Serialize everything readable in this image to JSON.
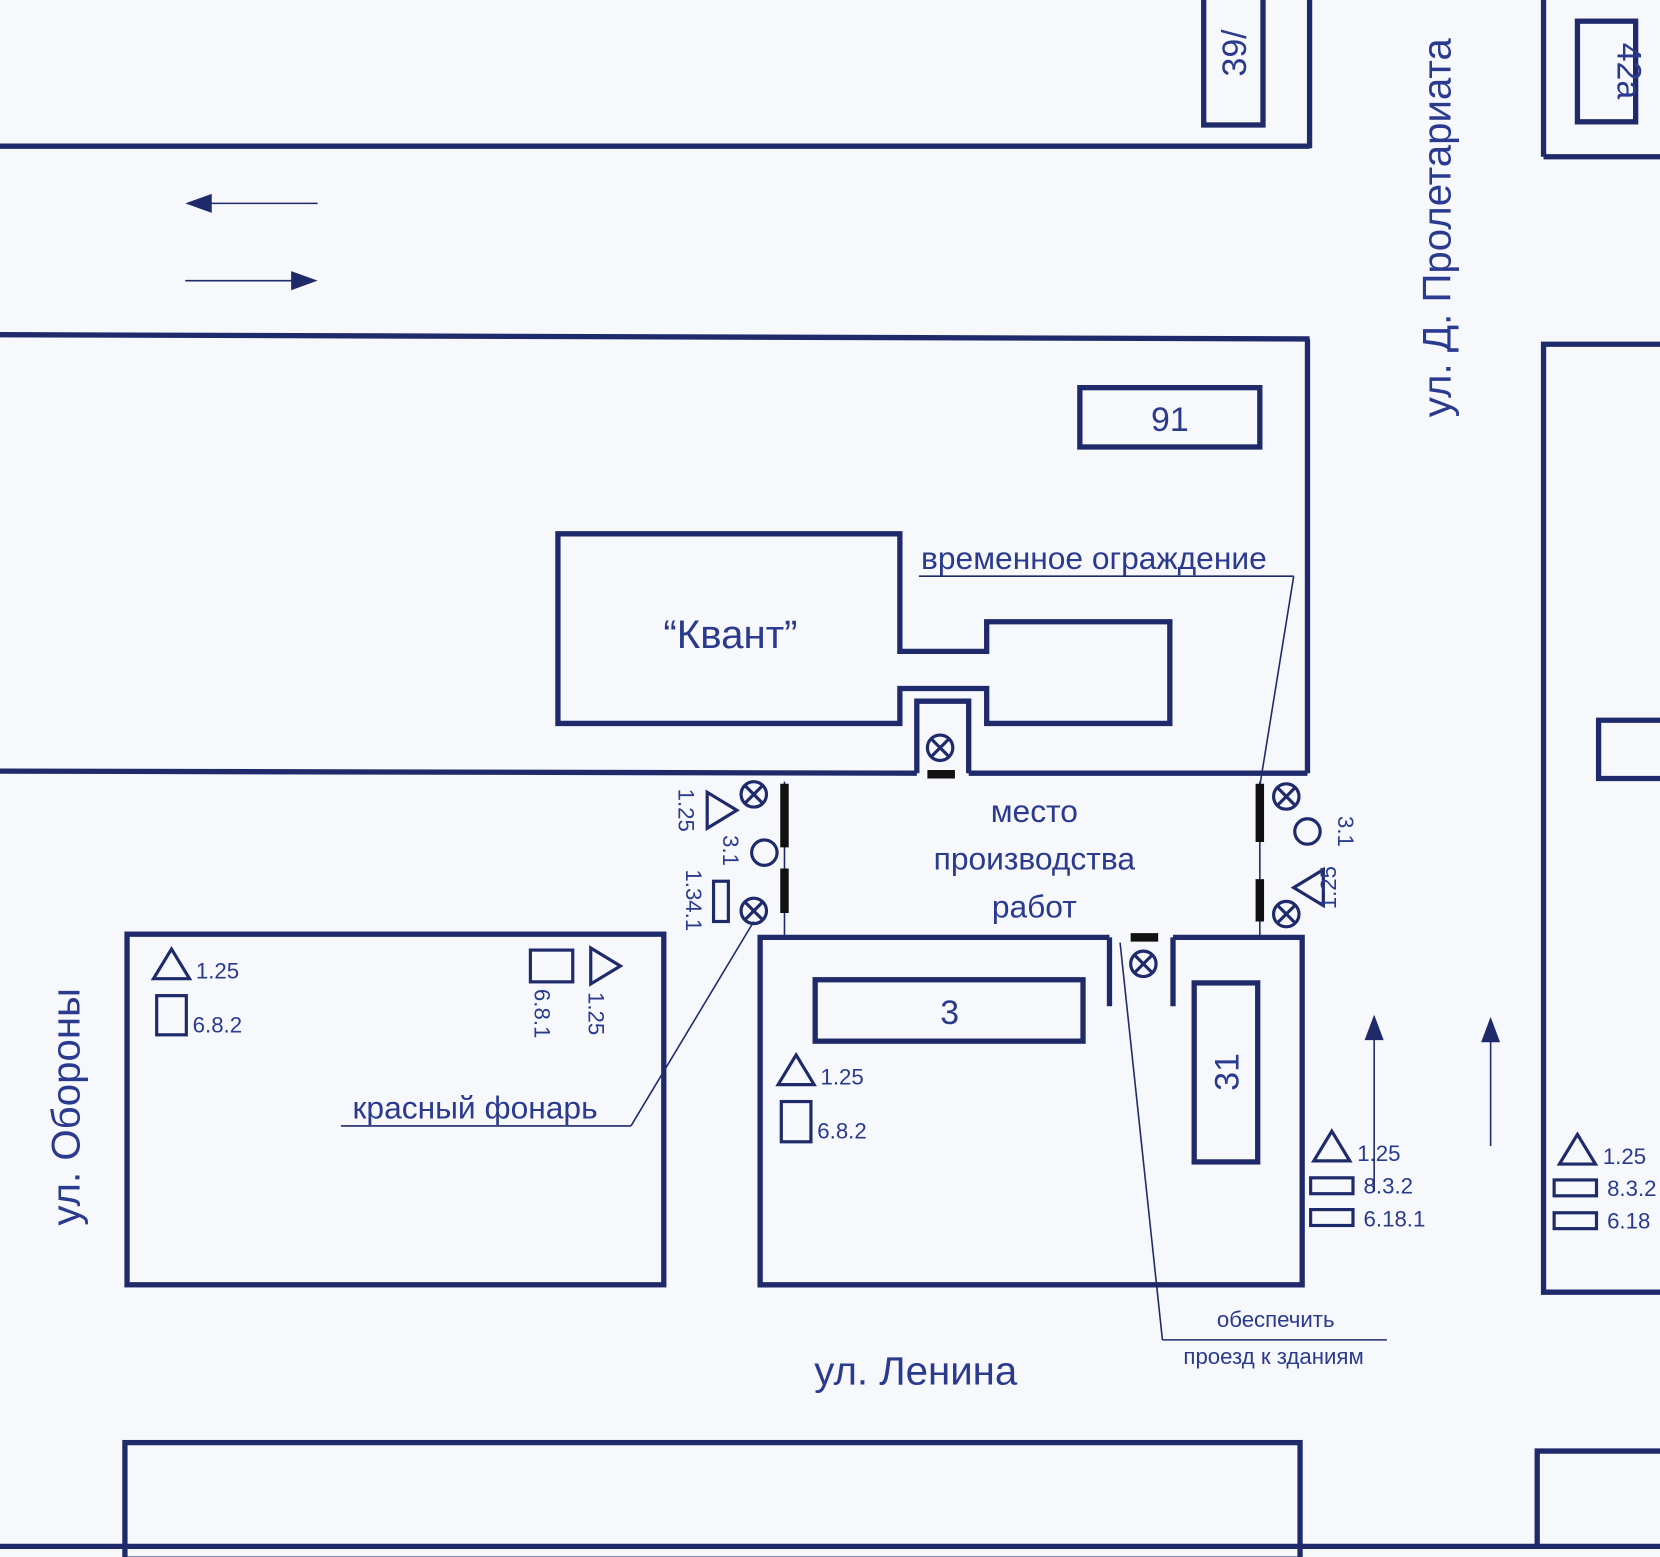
{
  "streets": {
    "proletariata": "ул. Д. Пролетариата",
    "oborony": "ул. Обороны",
    "lenina": "ул. Ленина"
  },
  "buildings": {
    "b39": "39/",
    "b42a": "42a",
    "b91": "91",
    "kvant": "“Квант”",
    "b3": "3",
    "b31": "31"
  },
  "work_zone": {
    "line1": "место",
    "line2": "производства",
    "line3": "работ"
  },
  "annotations": {
    "fence": "временное ограждение",
    "red_lamp": "красный фонарь",
    "access_line1": "обеспечить",
    "access_line2": "проезд к зданиям"
  },
  "signs": {
    "s125": "1.25",
    "s31": "3.1",
    "s1341": "1.34.1",
    "s682": "6.8.2",
    "s681": "6.8.1",
    "s832": "8.3.2",
    "s6181": "6.18.1",
    "s618_cut": "6.18"
  },
  "colors": {
    "line": "#1f2a6b",
    "text": "#2a3a8e",
    "background": "#f7f8fb"
  }
}
